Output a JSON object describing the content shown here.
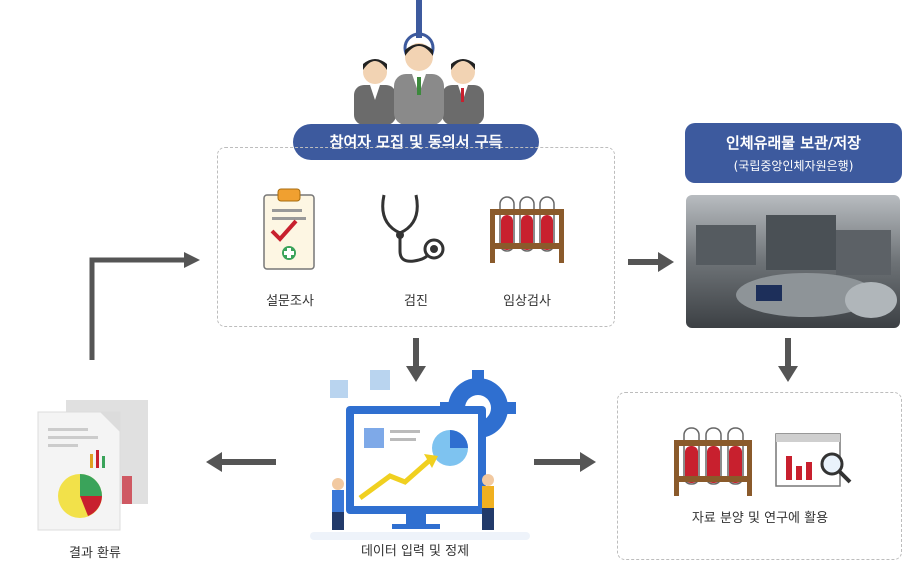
{
  "participants_title": "참여자 모집 및 동의서 구득",
  "items": [
    {
      "label": "설문조사"
    },
    {
      "label": "검진"
    },
    {
      "label": "임상검사"
    }
  ],
  "biobank": {
    "title": "인체유래물 보관/저장",
    "subtitle": "(국립중앙인체자원은행)"
  },
  "utilization_label": "자료 분양 및 연구에 활용",
  "data_entry_label": "데이터 입력 및 정제",
  "result_return_label": "결과 환류",
  "colors": {
    "accent_blue": "#3d5a9e",
    "arrow_gray": "#555555",
    "tube_red": "#c8202e",
    "rack_brown": "#8a5a2b",
    "dashed_border": "#bdbdbd"
  }
}
